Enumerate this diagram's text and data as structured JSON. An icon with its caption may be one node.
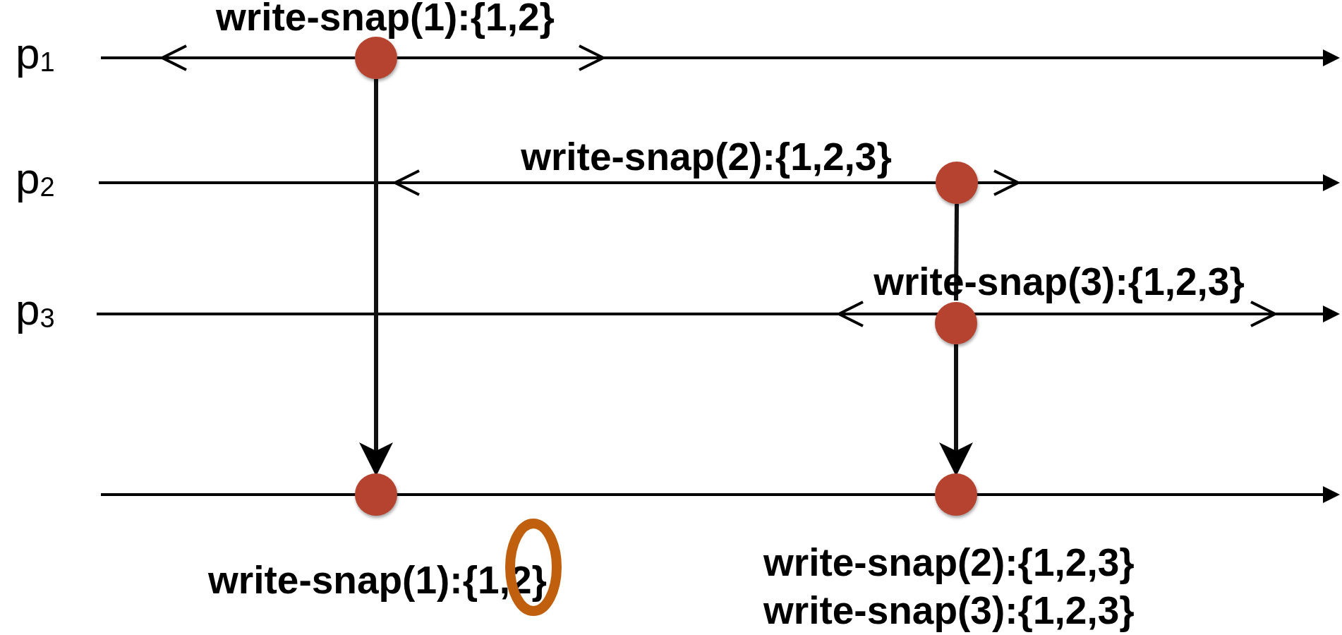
{
  "diagram": {
    "nodes": [
      {
        "text": [],
        "shape": "circle",
        "beside": [
          "write-snap(1):{1,2}"
        ]
      },
      {
        "text": [],
        "shape": "circle"
      },
      {
        "text": [],
        "shape": "circle",
        "beside": [
          "write-snap(3):{1,2,3}"
        ]
      },
      {
        "text": [],
        "shape": "circle",
        "beside": [
          "write-snap(1):{1,2}"
        ]
      },
      {
        "text": [],
        "shape": "circle",
        "beside": [
          "write-snap(2):{1,2,3}",
          "write-snap(3):{1,2,3}"
        ]
      }
    ],
    "edges": [
      {
        "from": 0,
        "to": 3,
        "arrow": "to"
      },
      {
        "from": 1,
        "to": 2,
        "arrow": "none"
      },
      {
        "from": 2,
        "to": 4,
        "arrow": "to"
      }
    ],
    "labels": [
      "p$_{1}$",
      "write-snap(2):{1,2,3}",
      "p$_{2}$",
      "p$_{3}$"
    ]
  }
}
